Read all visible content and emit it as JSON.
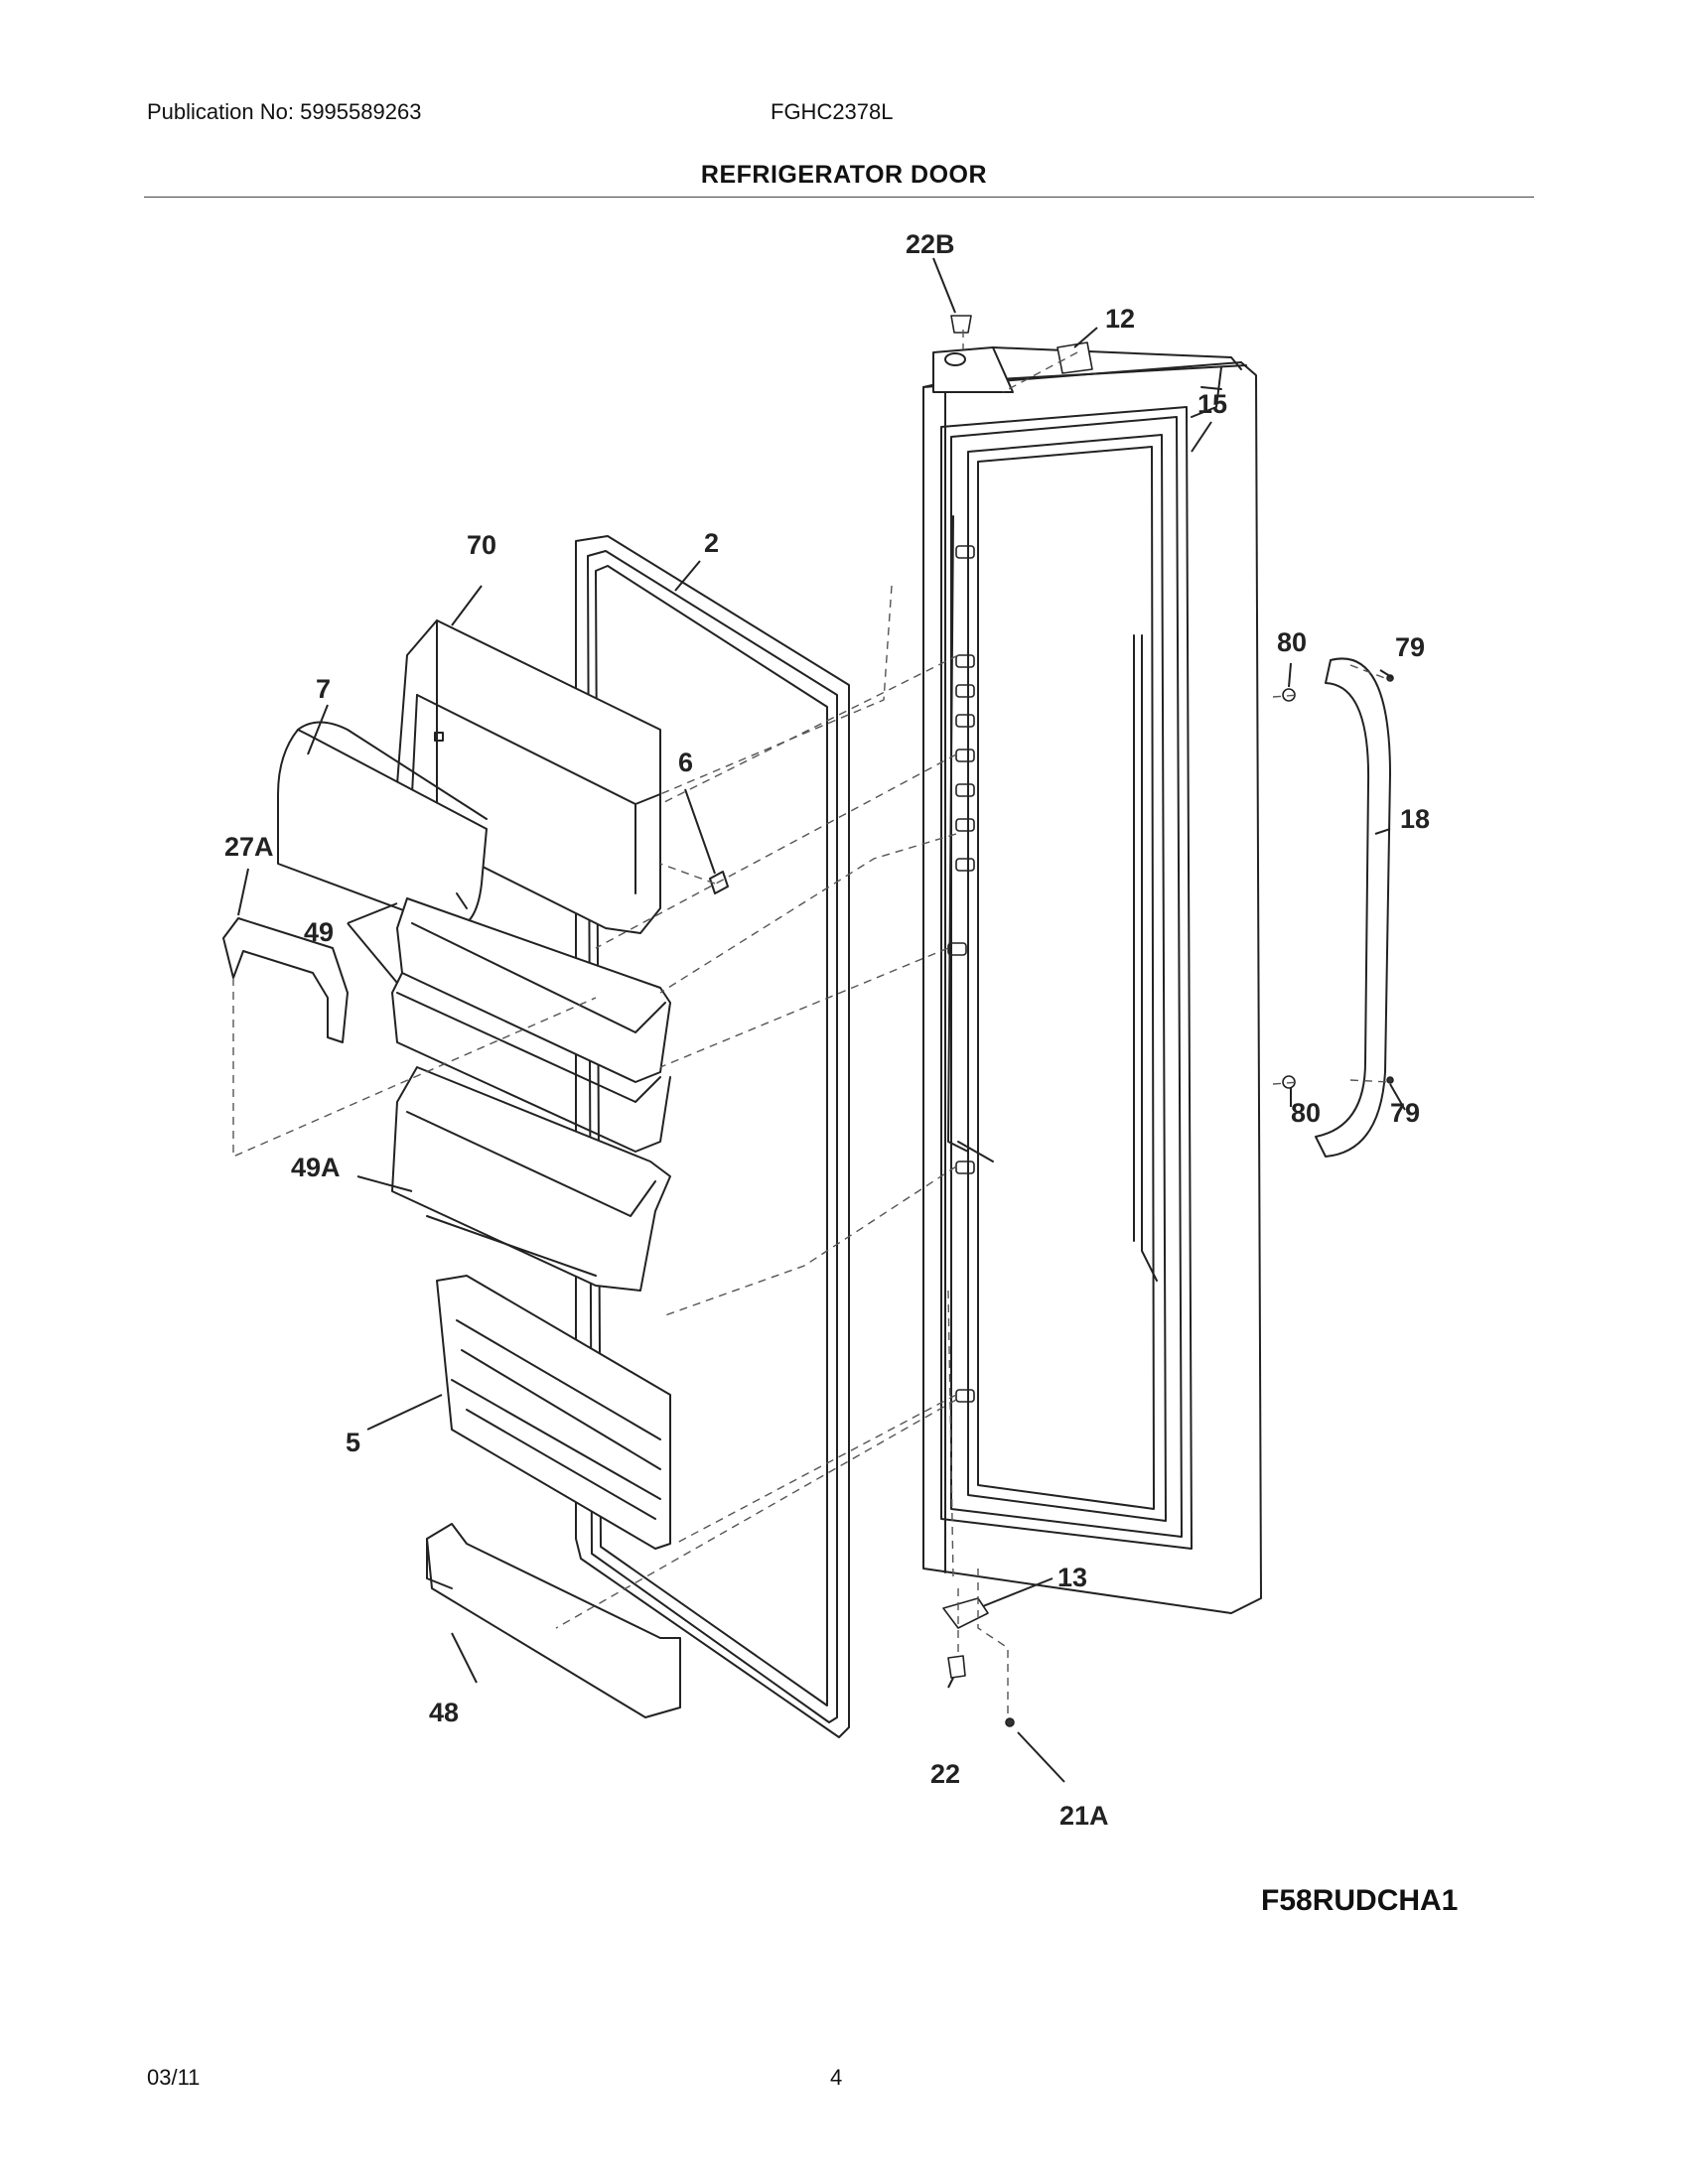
{
  "header": {
    "publication": "Publication No: 5995589263",
    "model": "FGHC2378L",
    "title": "REFRIGERATOR DOOR"
  },
  "diagram": {
    "part_labels": {
      "p22B": "22B",
      "p12": "12",
      "p15": "15",
      "p70": "70",
      "p2": "2",
      "p7": "7",
      "p6": "6",
      "p27A": "27A",
      "p49": "49",
      "p80a": "80",
      "p79a": "79",
      "p18": "18",
      "p80b": "80",
      "p79b": "79",
      "p49A": "49A",
      "p5": "5",
      "p13": "13",
      "p48": "48",
      "p22": "22",
      "p21A": "21A"
    },
    "drawing_code": "F58RUDCHA1"
  },
  "footer": {
    "date": "03/11",
    "page": "4"
  }
}
